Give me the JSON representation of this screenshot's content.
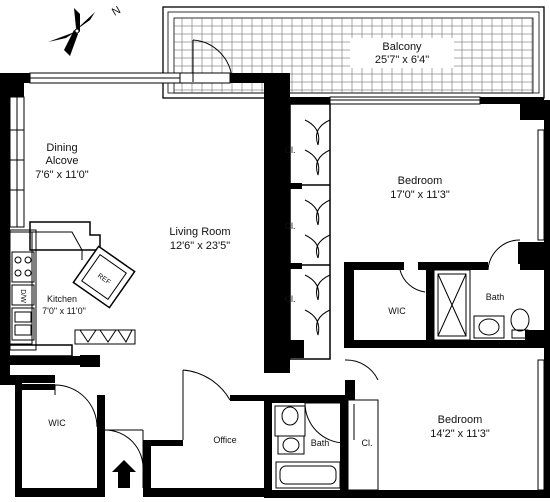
{
  "compass": {
    "north_label": "N"
  },
  "rooms": [
    {
      "id": "balcony",
      "name": "Balcony",
      "size": "25'7\" x 6'4\""
    },
    {
      "id": "dining",
      "name": "Dining",
      "name2": "Alcove",
      "size": "7'6\" x 11'0\""
    },
    {
      "id": "living",
      "name": "Living Room",
      "size": "12'6\" x 23'5\""
    },
    {
      "id": "kitchen",
      "name": "Kitchen",
      "size": "7'0\" x 11'0\""
    },
    {
      "id": "bedroom1",
      "name": "Bedroom",
      "size": "17'0\" x 11'3\""
    },
    {
      "id": "bedroom2",
      "name": "Bedroom",
      "size": "14'2\" x 11'3\""
    },
    {
      "id": "wic1",
      "name": "WIC"
    },
    {
      "id": "wic2",
      "name": "WIC"
    },
    {
      "id": "office",
      "name": "Office"
    },
    {
      "id": "bath1",
      "name": "Bath"
    },
    {
      "id": "bath2",
      "name": "Bath"
    },
    {
      "id": "closet1",
      "name": "Cl."
    },
    {
      "id": "closet2",
      "name": "Cl."
    },
    {
      "id": "closet3",
      "name": "Cl."
    },
    {
      "id": "closet4",
      "name": "Cl."
    }
  ],
  "fixtures": {
    "refrigerator": "REF",
    "dishwasher": "D/W"
  }
}
